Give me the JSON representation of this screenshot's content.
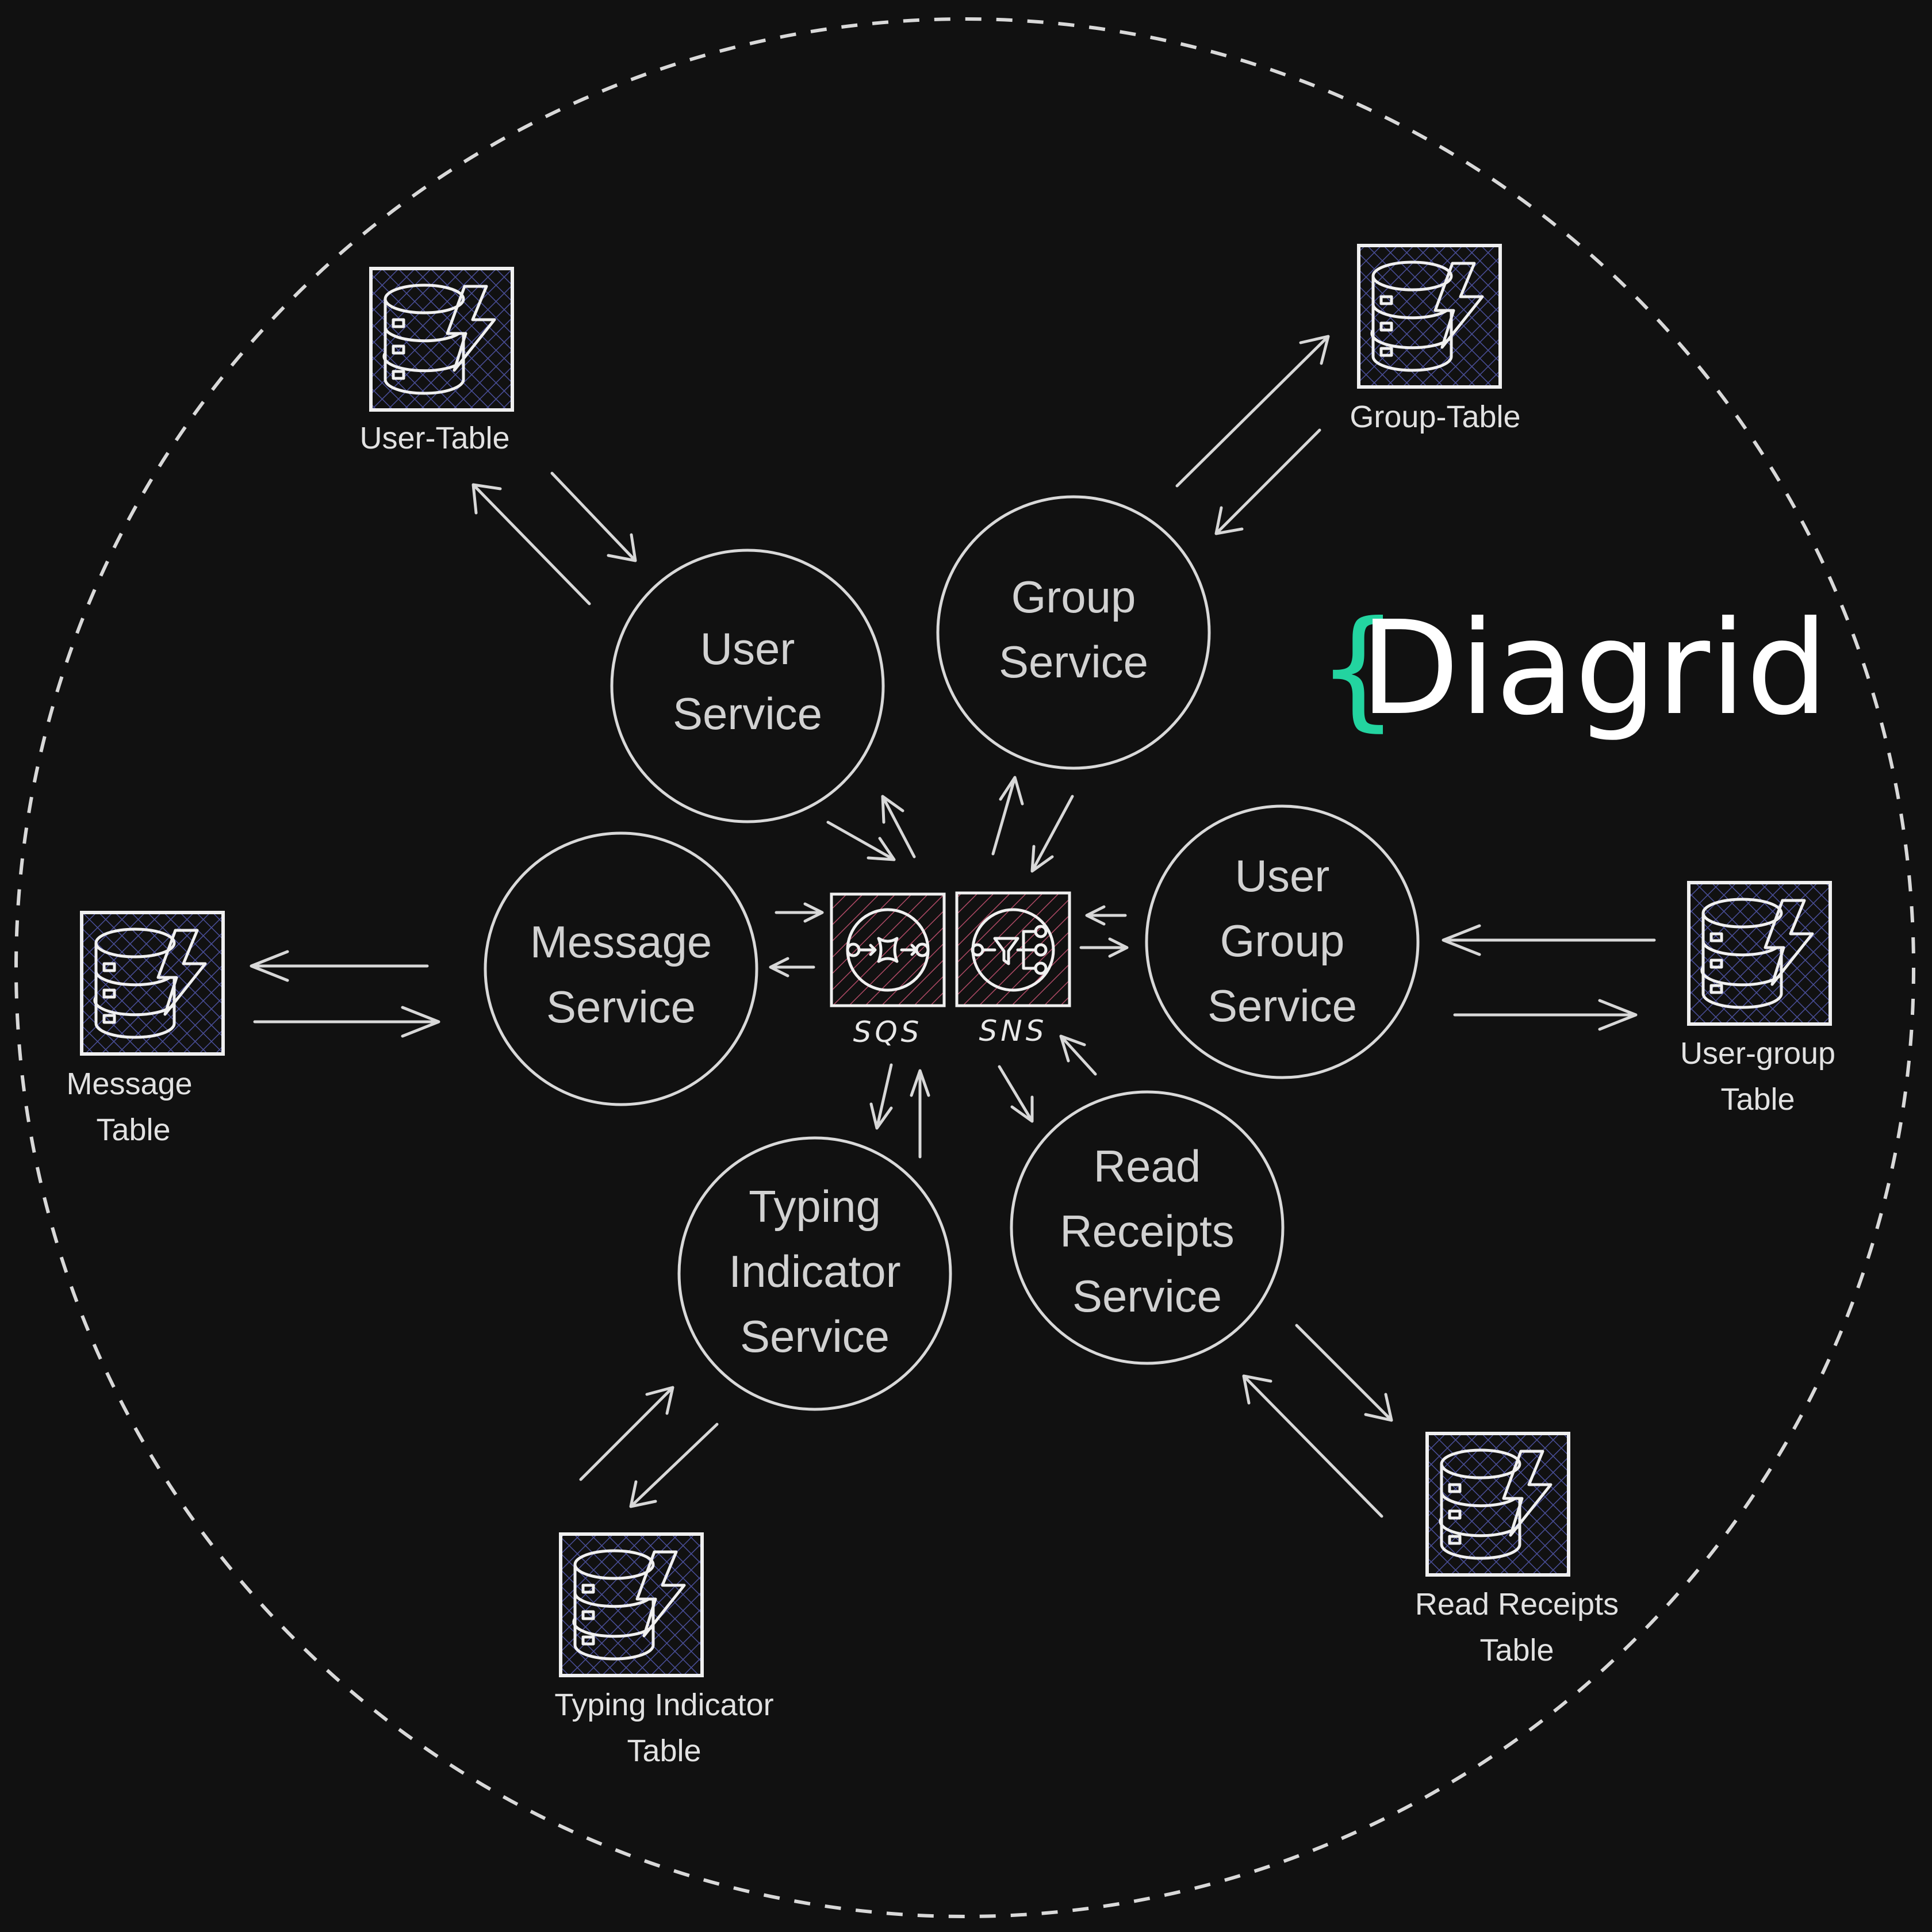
{
  "brand": {
    "brace": "{",
    "name": "Diagrid",
    "brace_color": "#23d4a0"
  },
  "services": [
    {
      "id": "user-service",
      "lines": [
        "User",
        "Service"
      ],
      "color": "#3a6fb0"
    },
    {
      "id": "group-service",
      "lines": [
        "Group",
        "Service"
      ],
      "color": "#8a6a2e"
    },
    {
      "id": "message-service",
      "lines": [
        "Message",
        "Service"
      ],
      "color": "#b04a66"
    },
    {
      "id": "user-group-service",
      "lines": [
        "User",
        "Group",
        "Service"
      ],
      "color": "#2f6b2f"
    },
    {
      "id": "typing-indicator-service",
      "lines": [
        "Typing",
        "Indicator",
        "Service"
      ],
      "color": "#5a4a44"
    },
    {
      "id": "read-receipts-service",
      "lines": [
        "Read",
        "Receipts",
        "Service"
      ],
      "color": "#2a7f80"
    }
  ],
  "tables": [
    {
      "id": "user-table",
      "lines": [
        "User-Table"
      ]
    },
    {
      "id": "group-table",
      "lines": [
        "Group-Table"
      ]
    },
    {
      "id": "message-table",
      "lines": [
        "Message",
        "Table"
      ]
    },
    {
      "id": "user-group-table",
      "lines": [
        "User-group",
        "Table"
      ]
    },
    {
      "id": "typing-indicator-table",
      "lines": [
        "Typing Indicator",
        "Table"
      ]
    },
    {
      "id": "read-receipts-table",
      "lines": [
        "Read Receipts",
        "Table"
      ]
    }
  ],
  "queues": [
    {
      "id": "sqs",
      "label": "SQS",
      "color": "#b04a66"
    },
    {
      "id": "sns",
      "label": "SNS",
      "color": "#b04a66"
    }
  ],
  "colors": {
    "table_fill": "#3b3f7a",
    "ring": "#d9d9d9",
    "background": "#111111"
  }
}
